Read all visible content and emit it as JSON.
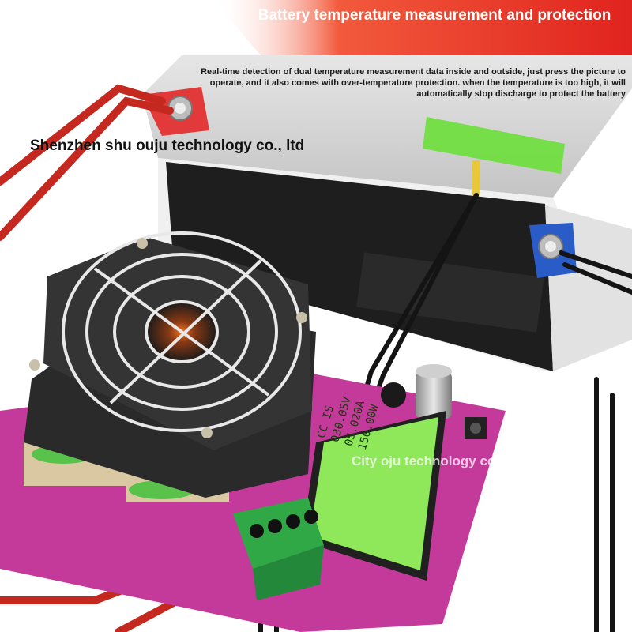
{
  "banner": {
    "title": "Battery temperature measurement and protection",
    "color": "#e8342a"
  },
  "description": "Real-time detection of dual temperature measurement data inside and outside, just press the picture to operate, and it also comes with over-temperature protection. when the temperature is too high, it will automatically stop discharge to protect the battery",
  "company": "Shenzhen shu ouju technology co., ltd",
  "watermark": "City oju technology co., ltd",
  "lcd": {
    "lines": [
      "CC  IS",
      "030.05V",
      "05.020A",
      "150.00W"
    ],
    "color": "#8fe85a"
  },
  "colors": {
    "pcb": "#c43a9a",
    "battery": "#d8d8d8",
    "terminal_positive": "#e23a3a",
    "terminal_negative": "#2a5cc8",
    "wire_red": "#c4281e",
    "wire_black": "#141414",
    "connector": "#2fa845",
    "heatsink": "#2a2a2a"
  },
  "icons": [
    "fan-icon",
    "battery-icon",
    "temperature-probe-icon",
    "knob-icon",
    "connector-icon"
  ]
}
